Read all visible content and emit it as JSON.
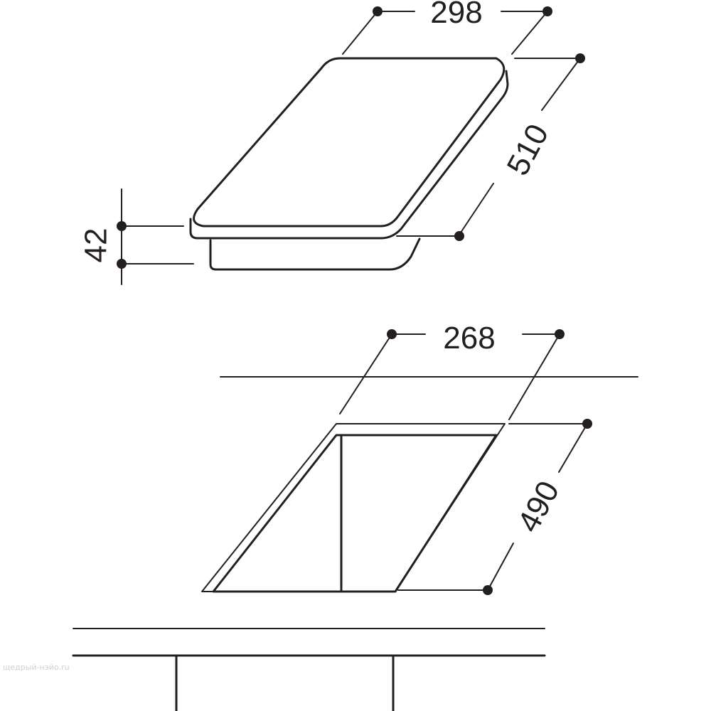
{
  "dimensions": {
    "width_hob": "298",
    "depth_hob": "510",
    "height_hob": "42",
    "width_cutout": "268",
    "depth_cutout": "490"
  },
  "watermark": "щедрый-нэйо.ru",
  "colors": {
    "line": "#231f20",
    "background": "#ffffff",
    "watermark": "#d0d0d0"
  }
}
